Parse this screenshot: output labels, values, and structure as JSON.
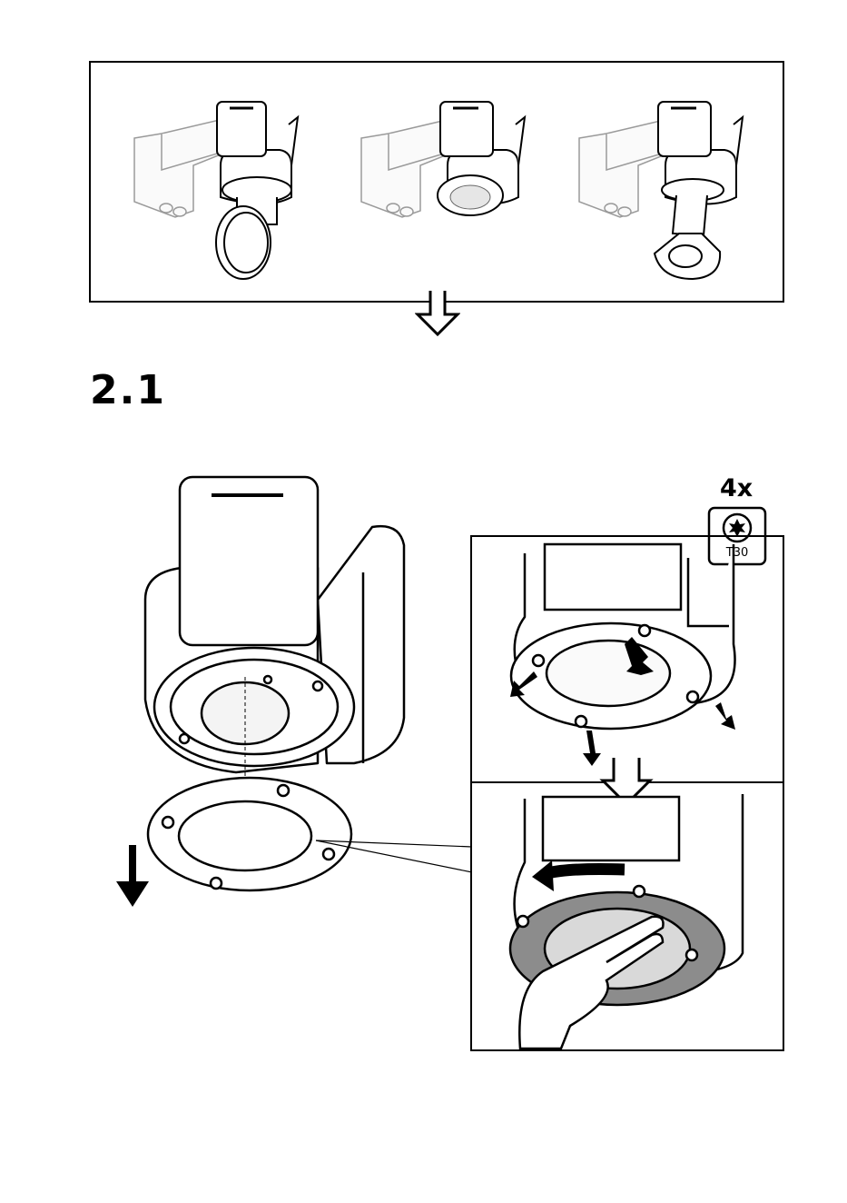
{
  "step": {
    "number": "2.1"
  },
  "tool": {
    "quantity": "4x",
    "bit": "T30",
    "icon": "torx-bit-icon"
  },
  "colors": {
    "line": "#000000",
    "ghost": "#9a9a9a",
    "gray_fill": "#8c8c8c",
    "light_fill": "#f2f2f2"
  }
}
